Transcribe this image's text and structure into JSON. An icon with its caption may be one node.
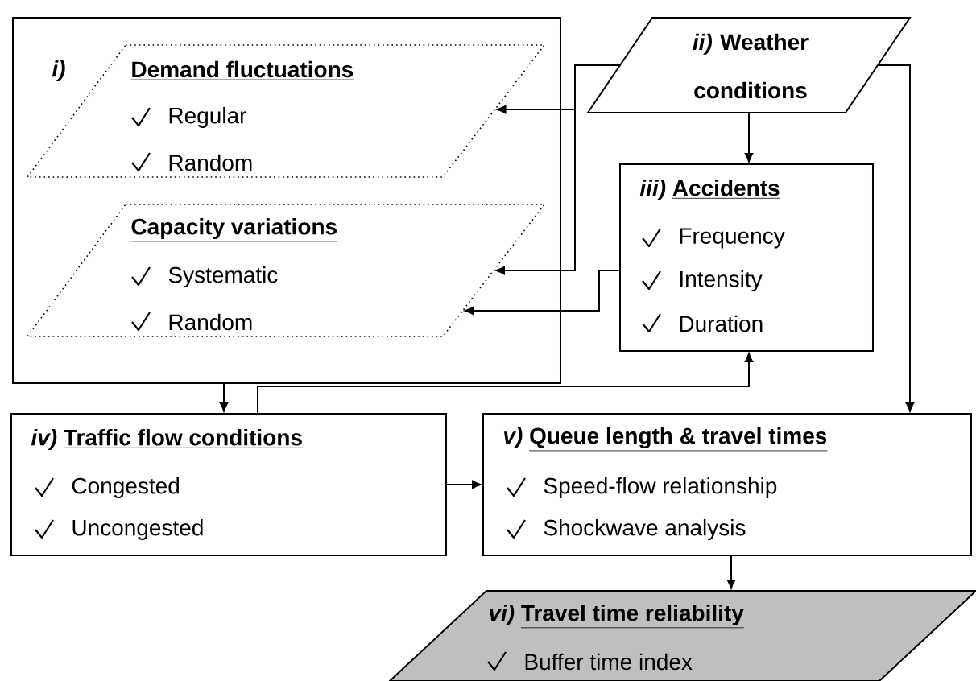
{
  "diagram": {
    "nodes": [
      {
        "text": [
          "i)"
        ]
      },
      {
        "text": [
          "Demand fluctuations",
          "Regular",
          "Random"
        ],
        "in": 0
      },
      {
        "text": [
          "Capacity variations",
          "Systematic",
          "Random"
        ],
        "in": 0
      },
      {
        "text": [
          "ii)",
          "Weather conditions"
        ]
      },
      {
        "text": [
          "iii)",
          "Accidents",
          "Frequency",
          "Intensity",
          "Duration"
        ]
      },
      {
        "text": [
          "iv)",
          "Traffic flow conditions",
          "Congested",
          "Uncongested"
        ]
      },
      {
        "text": [
          "v)",
          "Queue length & travel times",
          "Speed-flow relationship",
          "Shockwave analysis"
        ]
      },
      {
        "text": [
          "vi)",
          "Travel time reliability",
          "Buffer time index"
        ]
      }
    ],
    "edges": [
      {
        "from": 3,
        "to": 1,
        "arrow": "to"
      },
      {
        "from": 3,
        "to": 2,
        "arrow": "to"
      },
      {
        "from": 4,
        "to": 2,
        "arrow": "to"
      },
      {
        "from": 3,
        "to": 4,
        "arrow": "to"
      },
      {
        "from": 3,
        "to": 6,
        "arrow": "to"
      },
      {
        "from": 0,
        "to": 5,
        "arrow": "to"
      },
      {
        "from": 5,
        "to": 4,
        "arrow": "to"
      },
      {
        "from": 5,
        "to": 6,
        "arrow": "to"
      },
      {
        "from": 6,
        "to": 7,
        "arrow": "to"
      }
    ]
  }
}
